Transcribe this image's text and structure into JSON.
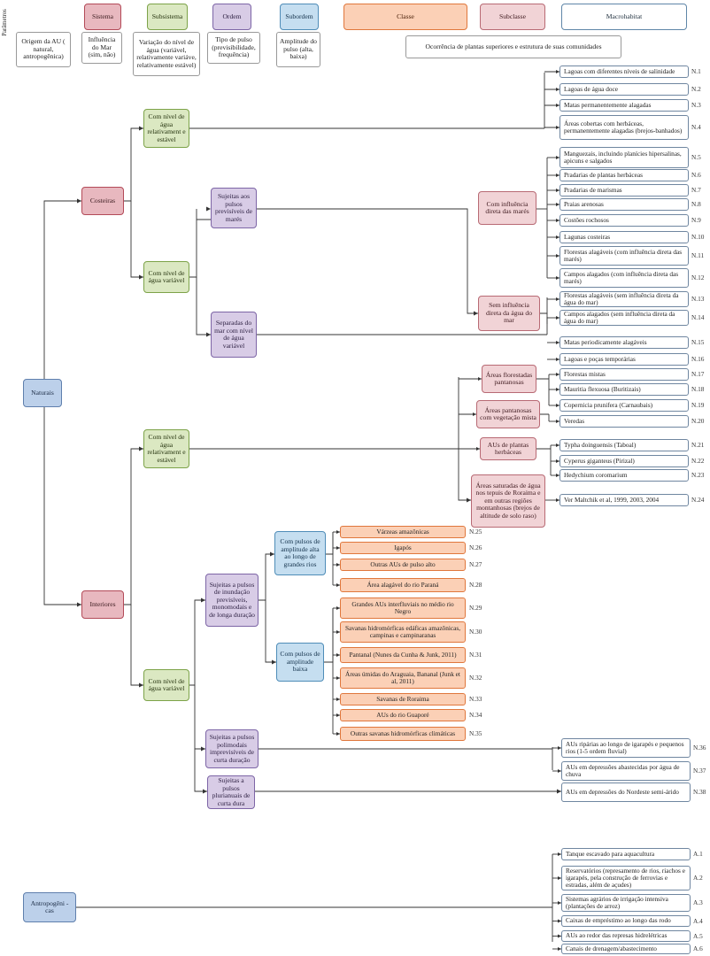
{
  "header": {
    "parametros": "Parâmetros",
    "sistema": "Sistema",
    "subsistema": "Subsistema",
    "ordem": "Ordem",
    "subordem": "Subordem",
    "classe": "Classe",
    "subclasse": "Subclasse",
    "macrohabitat": "Macrohabitat",
    "origem": "Origem da AU ( natural, antropogênica)",
    "influencia": "Influência do Mar (sim, não)",
    "variacao": "Variação do nível de água (variável, relativamente variáve, relativamente estável)",
    "tipo_pulso": "Tipo de pulso (previsibilidade, frequência)",
    "amplitude": "Amplitude do pulso (alta, baixa)",
    "ocorrencia": "Ocorrência de plantas superiores e estrutura de suas comunidades"
  },
  "systems": {
    "naturais": "Naturais",
    "antropogenicas": "Antropogêni -cas",
    "costeiras": "Costeiras",
    "interiores": "Interiores"
  },
  "subsystems": {
    "cost_estavel": "Com nível de água relativament e estável",
    "cost_variavel": "Com nível de água variável",
    "int_estavel": "Com nível de água relativament e estável",
    "int_variavel": "Com nível de água variável"
  },
  "orders": {
    "pulsos_mares": "Sujeitas aos pulsos previsíveis de marés",
    "separadas": "Separadas do mar com nível de água variável",
    "inundacao": "Sujeitas a pulsos de inundação previsíveis, monomodais e de longa duração",
    "polimodais": "Sujeitas a pulsos polimodais imprevisíveis de curta duração",
    "plurianuais": "Sujeitas a pulsos plurianuais de curta dura"
  },
  "suborders": {
    "alta": "Com pulsos de amplitude alta ao longo de grandes rios",
    "baixa": "Com pulsos de amplitude baixa"
  },
  "subclasses": {
    "com_influencia": "Com influência direta das marés",
    "sem_influencia": "Sem influência direta da água do mar",
    "florestadas": "Áreas florestadas pantanosas",
    "pantanosas": "Áreas pantanosas com vegetação mista",
    "herbaceas": "AUs de plantas herbáceas",
    "saturadas": "Áreas saturadas de água nos tepuis de Roraima e em outras regiões montanhosas (brejos de altitude de solo raso)"
  },
  "classes": [
    {
      "label": "Várzeas amazônicas",
      "code": "N.25"
    },
    {
      "label": "Igapós",
      "code": "N.26"
    },
    {
      "label": "Outras AUs de pulso alto",
      "code": "N.27"
    },
    {
      "label": "Área alagável do rio Paraná",
      "code": "N.28"
    },
    {
      "label": "Grandes AUs interfluviais no médio rio Negro",
      "code": "N.29"
    },
    {
      "label": "Savanas hidromórficas edáficas amazônicas, campinas e campinaranas",
      "code": "N.30"
    },
    {
      "label": "Pantanal (Nunes da Cunha & Junk, 2011)",
      "code": "N.31"
    },
    {
      "label": "Áreas úmidas do Araguaia, Bananal (Junk et al, 2011)",
      "code": "N.32"
    },
    {
      "label": "Savanas de Roraima",
      "code": "N.33"
    },
    {
      "label": "AUs do rio Guaporé",
      "code": "N.34"
    },
    {
      "label": "Outras savanas hidromórficas climáticas",
      "code": "N.35"
    }
  ],
  "macrohabitats": [
    {
      "label": "Lagoas com diferentes níveis de salinidade",
      "code": "N.1"
    },
    {
      "label": "Lagoas de água doce",
      "code": "N.2"
    },
    {
      "label": "Matas permanentemente alagadas",
      "code": "N.3"
    },
    {
      "label": "Áreas cobertas com herbáceas, permanentemente alagadas (brejos-banhados)",
      "code": "N.4"
    },
    {
      "label": "Manguezais, incluindo planícies hipersalinas, apicuns e salgados",
      "code": "N.5"
    },
    {
      "label": "Pradarias de plantas herbáceas",
      "code": "N.6"
    },
    {
      "label": "Pradarias de marismas",
      "code": "N.7"
    },
    {
      "label": "Praias arenosas",
      "code": "N.8"
    },
    {
      "label": "Costões rochosos",
      "code": "N.9"
    },
    {
      "label": "Lagunas costeiras",
      "code": "N.10"
    },
    {
      "label": "Florestas alagáveis (com influência direta das marés)",
      "code": "N.11"
    },
    {
      "label": "Campos alagados (com influência direta das marés)",
      "code": "N.12"
    },
    {
      "label": "Florestas alagáveis (sem influência direta da água do mar)",
      "code": "N.13"
    },
    {
      "label": "Campos alagados (sem influência direta da água do mar)",
      "code": "N.14"
    },
    {
      "label": "Matas periodicamente alagáveis",
      "code": "N.15"
    },
    {
      "label": "Lagoas e poças temporárias",
      "code": "N.16"
    },
    {
      "label": "Florestas mistas",
      "code": "N.17"
    },
    {
      "label": "Mauritia flexuosa (Buritizais)",
      "code": "N.18"
    },
    {
      "label": "Copernicia prunifera (Carnaubais)",
      "code": "N.19"
    },
    {
      "label": "Veredas",
      "code": "N.20"
    },
    {
      "label": "Typha doinguensis (Taboal)",
      "code": "N.21"
    },
    {
      "label": "Cyperus giganteus (Pirizal)",
      "code": "N.22"
    },
    {
      "label": "Hedychium coromarium",
      "code": "N.23"
    },
    {
      "label": "Ver Maltchik et al, 1999, 2003, 2004",
      "code": "N.24"
    },
    {
      "label": "AUs ripárias ao longo de igarapés e pequenos rios (1-5 ordem fluvial)",
      "code": "N.36"
    },
    {
      "label": "AUs em depressões abastecidas por água de chuva",
      "code": "N.37"
    },
    {
      "label": "AUs em depressões do Nordeste semi-árido",
      "code": "N.38"
    },
    {
      "label": "Tanque escavado para aquacultura",
      "code": "A.1"
    },
    {
      "label": "Reservatórios (represamento de rios, riachos e igarapés, pela construção de ferrovias e estradas, além de açudes)",
      "code": "A.2"
    },
    {
      "label": "Sistemas agrários de irrigação intensiva (plantações de arroz)",
      "code": "A.3"
    },
    {
      "label": "Caixas de empréstimo ao longo das rodo",
      "code": "A.4"
    },
    {
      "label": "AUs ao redor das represas hidrelétricas",
      "code": "A.5"
    },
    {
      "label": "Canais de drenagem/abastecimento",
      "code": "A.6"
    }
  ],
  "colors": {
    "sistema": "#e8b8bf",
    "subsistema": "#dbe8c2",
    "ordem": "#d8cce6",
    "subordem": "#c5def0",
    "classe": "#fbd0b6",
    "subclasse": "#f1d3d6",
    "macrohabitat": "#ffffff",
    "origem": "#bcd0ea"
  }
}
